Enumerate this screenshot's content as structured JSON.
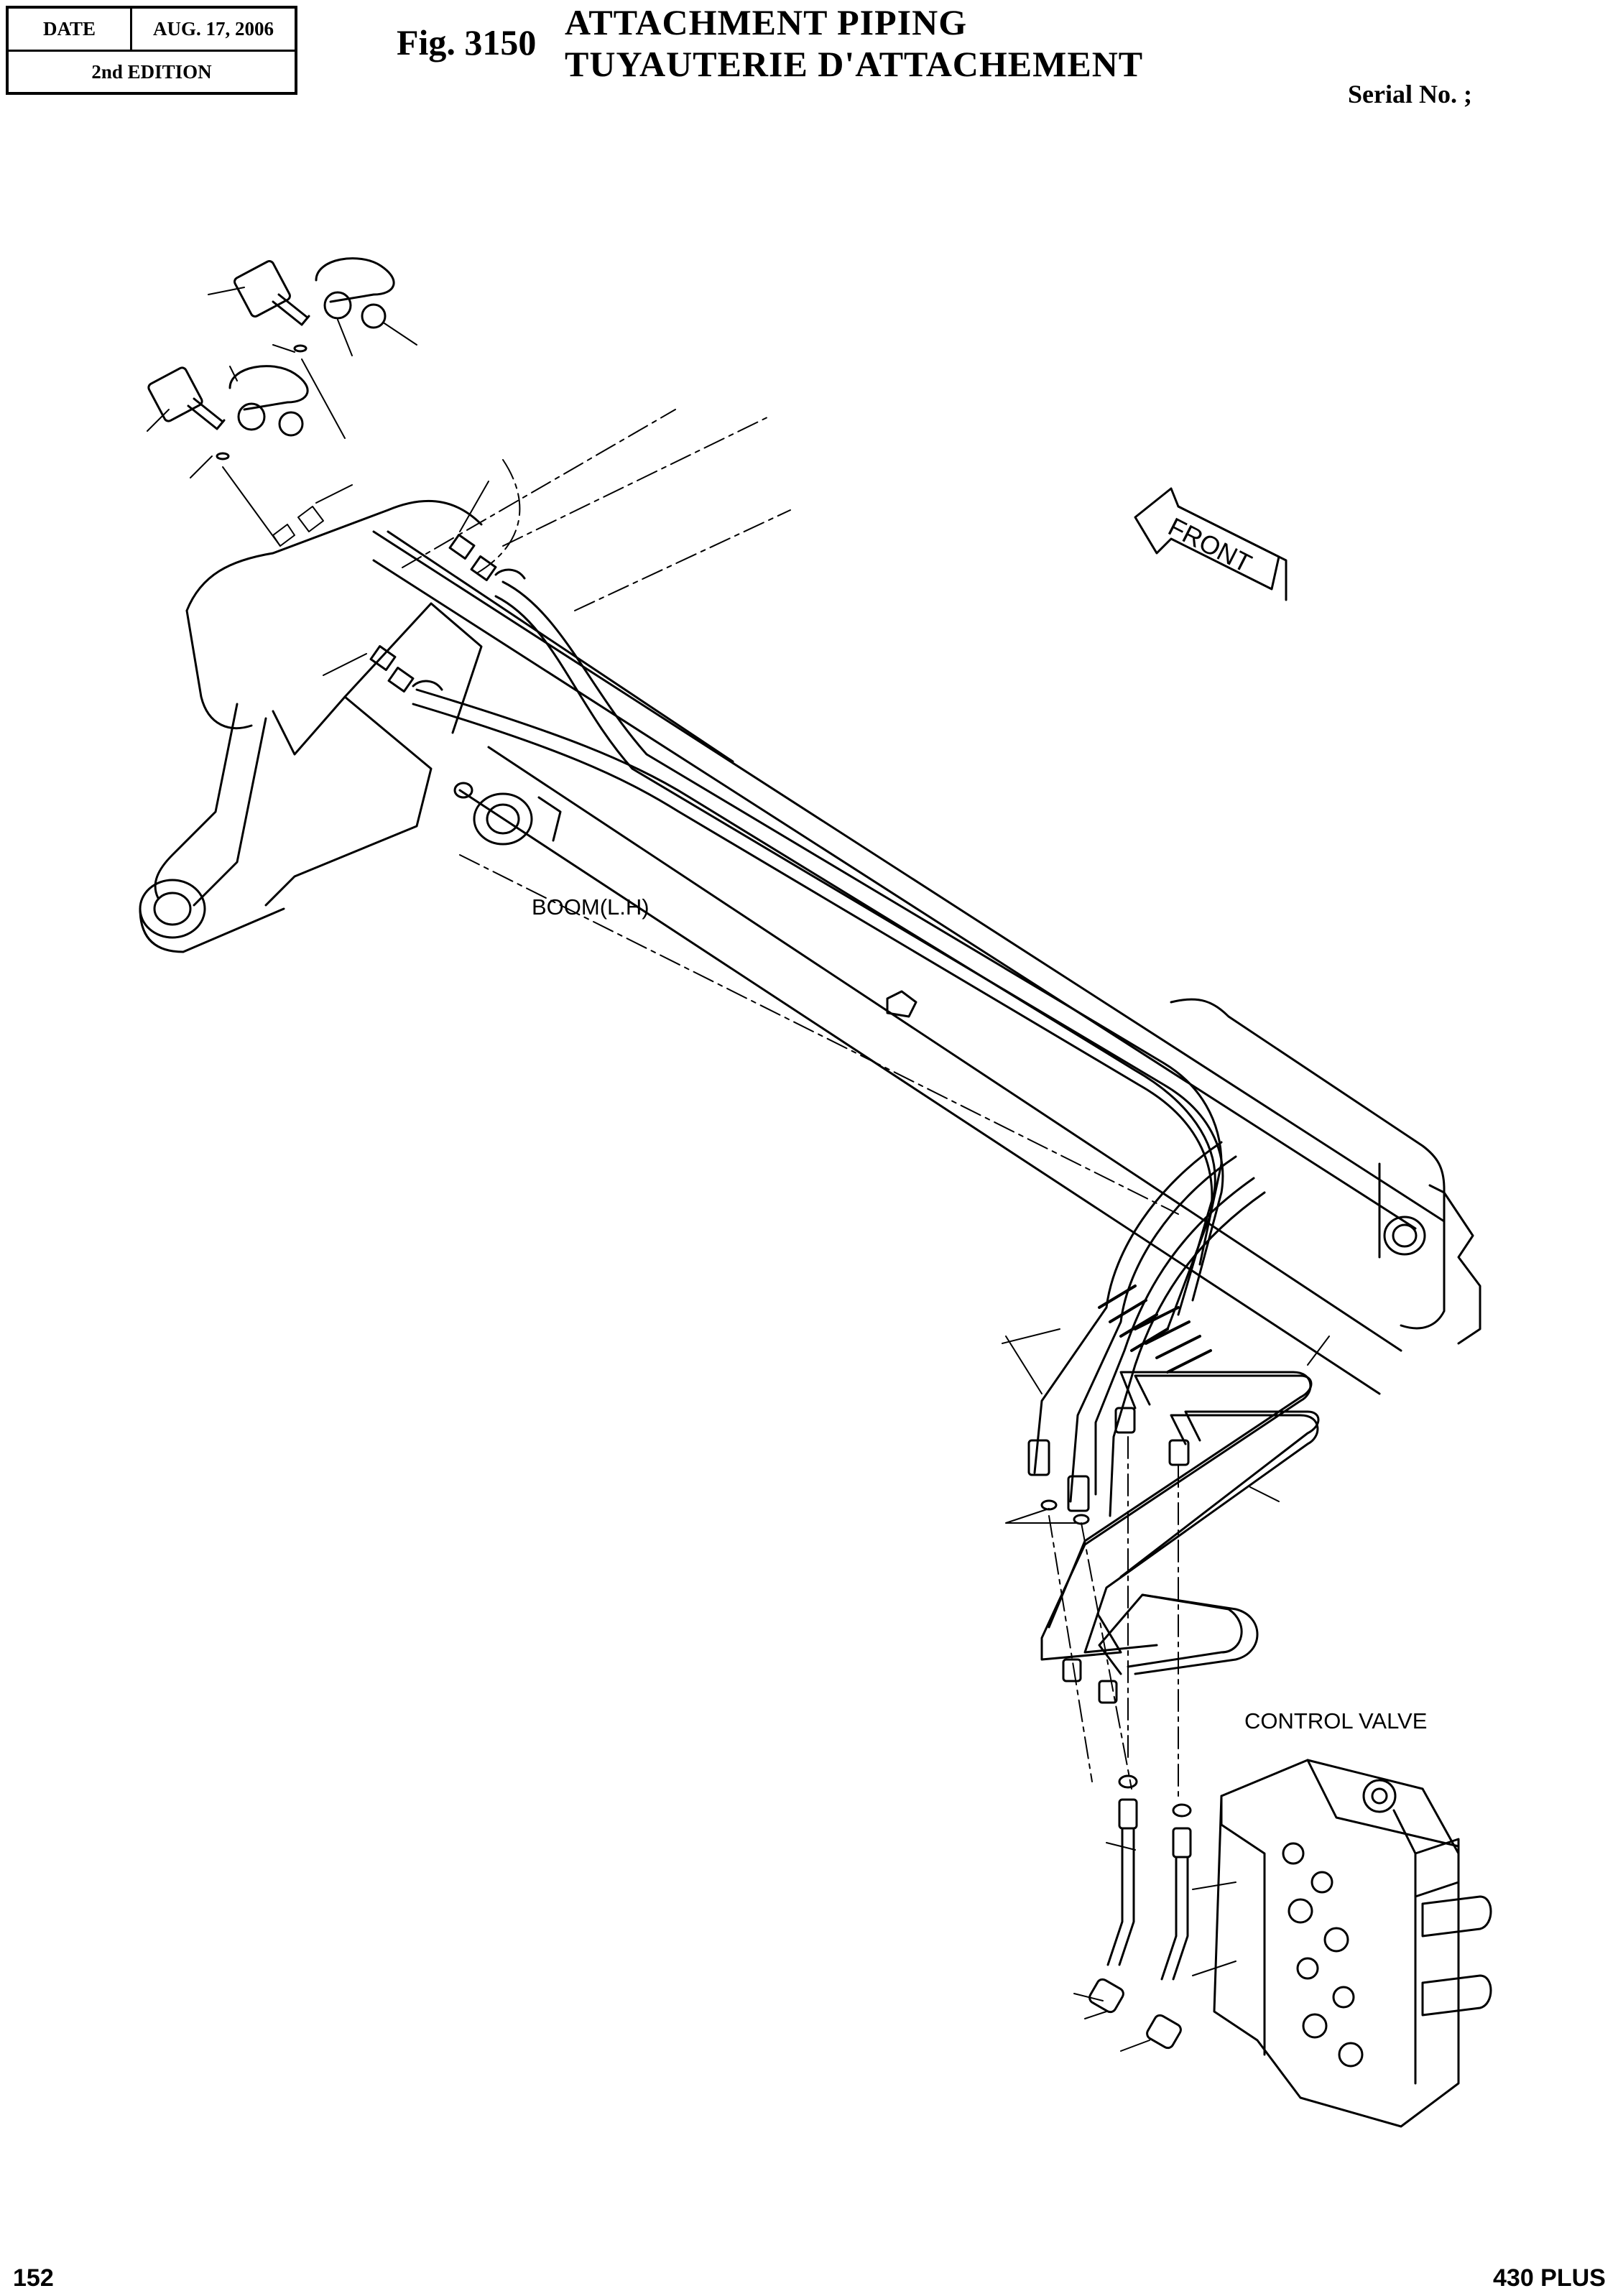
{
  "header": {
    "date_label": "DATE",
    "date_value": "AUG. 17, 2006",
    "edition": "2nd EDITION",
    "fig_number": "Fig. 3150",
    "title_en": "ATTACHMENT  PIPING",
    "title_fr": "TUYAUTERIE  D'ATTACHEMENT",
    "serial": "Serial No. ;"
  },
  "diagram": {
    "front_label": "FRONT",
    "boom_label": "BOOM(L.H)",
    "control_valve_label": "CONTROL VALVE"
  },
  "footer": {
    "page_number": "152",
    "model": "430 PLUS"
  }
}
